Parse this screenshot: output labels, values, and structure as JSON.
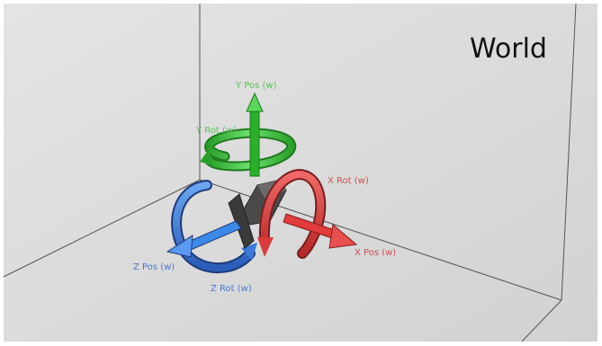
{
  "title": "World",
  "labels": {
    "y_pos": "Y Pos (w)",
    "y_rot": "Y Rot (w)",
    "x_rot": "X Rot (w)",
    "x_pos": "X Pos (w)",
    "z_pos": "Z Pos (w)",
    "z_rot": "Z Rot (w)"
  },
  "colors": {
    "x_axis": "#e03c3c",
    "y_axis": "#3cc43c",
    "z_axis": "#3c78d8",
    "x_label": "#c85050",
    "y_label": "#5cbf5c",
    "z_label": "#4a78c8",
    "background": "#dcdcdc"
  }
}
